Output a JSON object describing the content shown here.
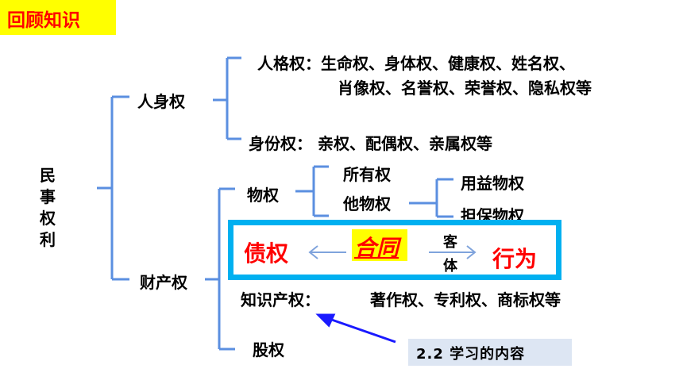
{
  "title": "回顾知识",
  "root": "民事权利",
  "root_chars": [
    "民",
    "事",
    "权",
    "利"
  ],
  "personal": {
    "label": "人身权",
    "personality_line1": "人格权：生命权、身体权、健康权、姓名权、",
    "personality_line2": "肖像权、名誉权、荣誉权、隐私权等",
    "status": "身份权： 亲权、配偶权、亲属权等"
  },
  "property": {
    "label": "财产权",
    "real_rights": "物权",
    "ownership": "所有权",
    "other_real": "他物权",
    "usufruct": "用益物权",
    "security": "担保物权",
    "ip": "知识产权：",
    "ip_items": "著作权、专利权、商标权等",
    "equity": "股权"
  },
  "highlight": {
    "debt": "债权",
    "contract": "合同",
    "object": "客",
    "object2": "体",
    "act": "行为"
  },
  "badge": "2.2 学习的内容",
  "colors": {
    "title_bg": "#ffff00",
    "title_fg": "#ff0000",
    "bracket": "#5b8fe0",
    "frame": "#00b0f0",
    "highlight_red": "#ff0000",
    "arrow_blue": "#1a1aff",
    "badge_bg": "#dde6f3"
  }
}
